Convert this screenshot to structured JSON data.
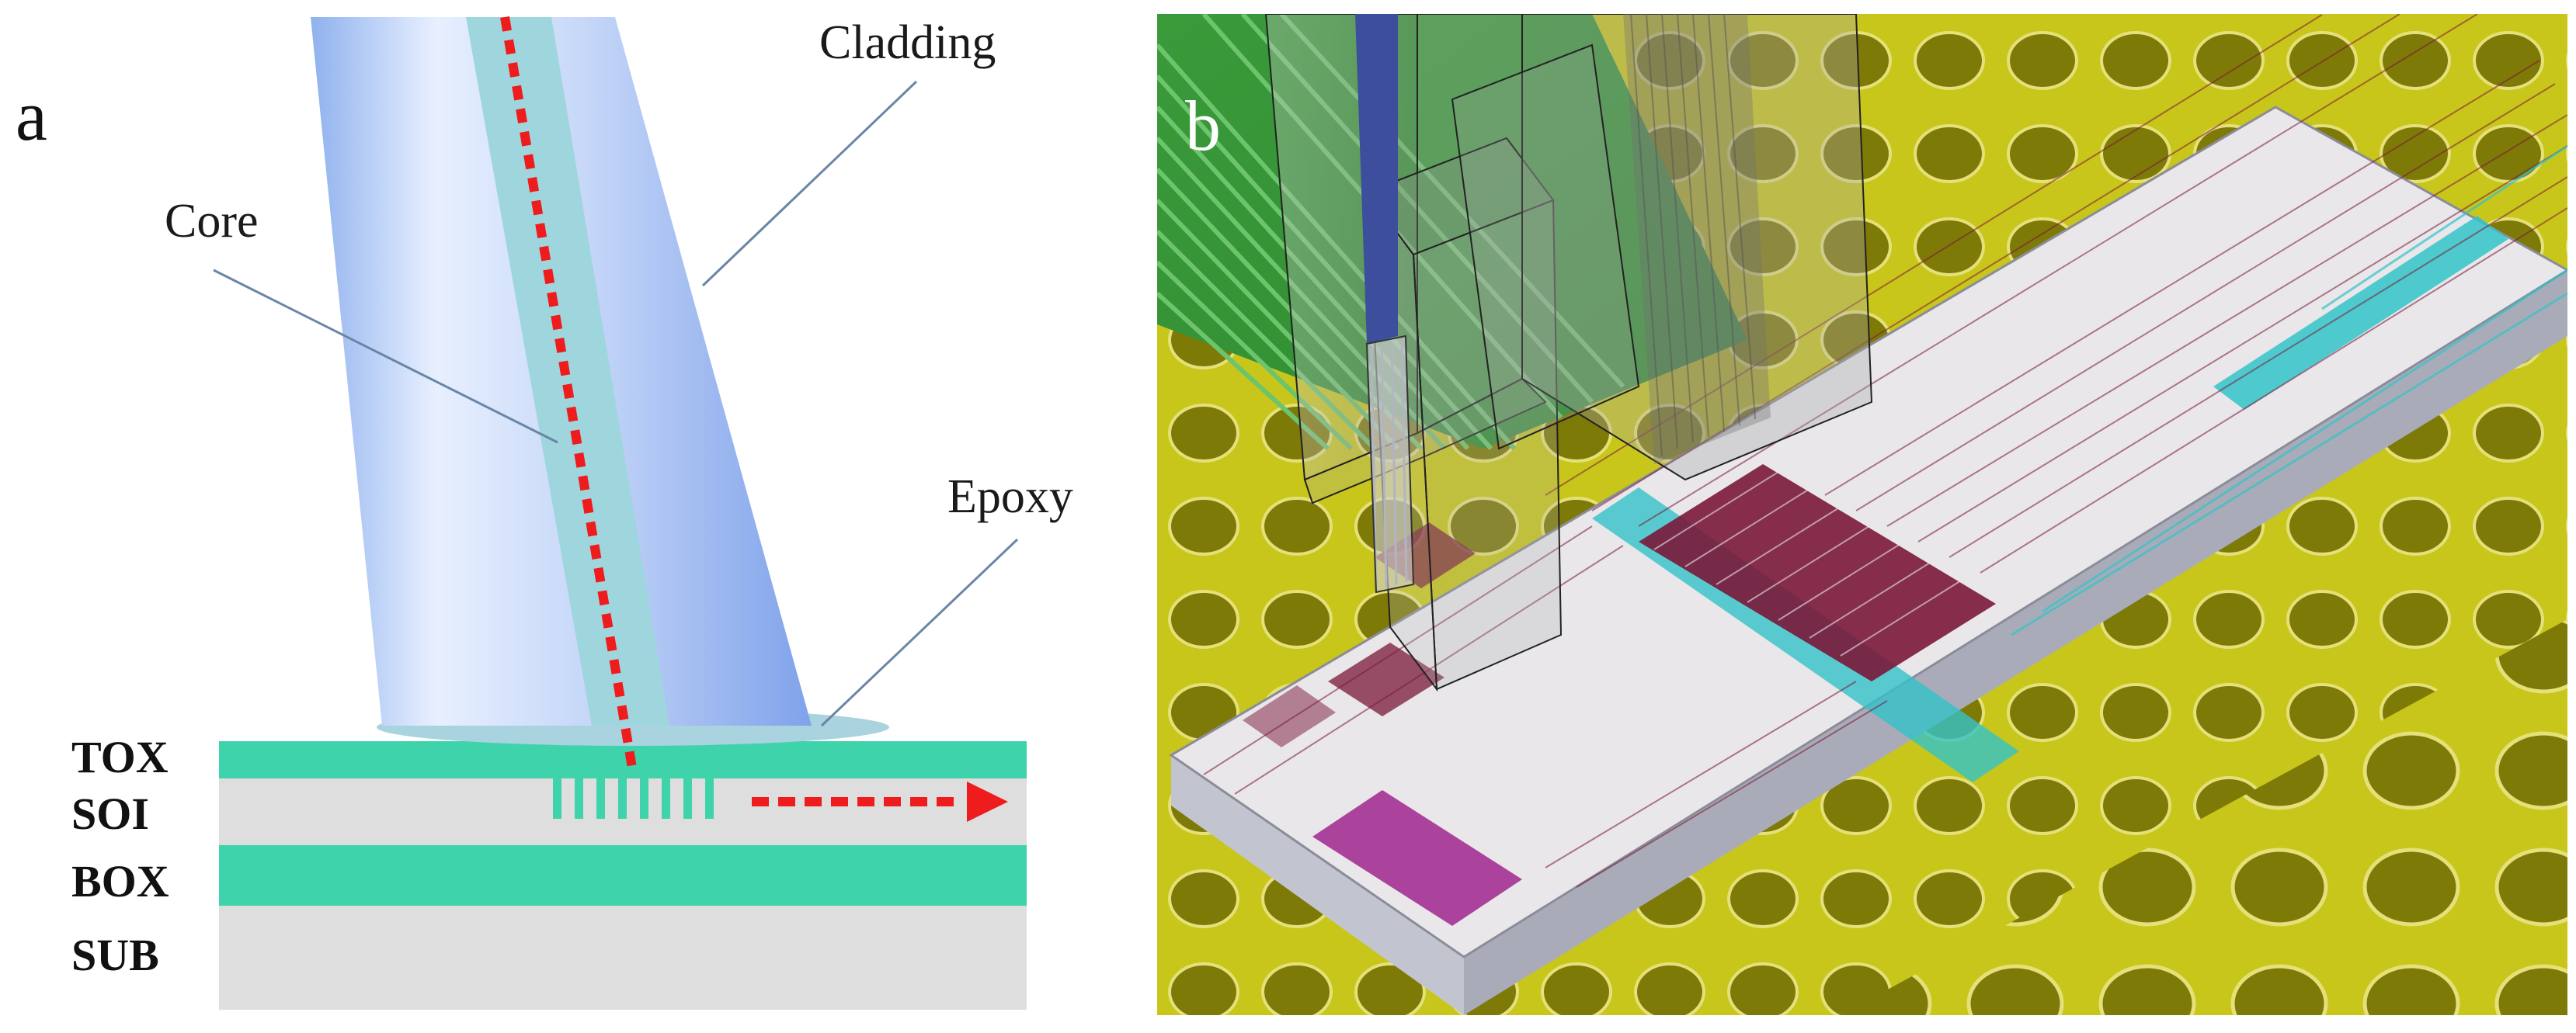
{
  "panel_a": {
    "letter": "a",
    "callouts": {
      "core": "Core",
      "cladding": "Cladding",
      "epoxy": "Epoxy"
    },
    "layers": {
      "tox": "TOX",
      "soi": "SOI",
      "box": "BOX",
      "sub": "SUB"
    },
    "colors": {
      "oxide": "#3fd3ab",
      "silicon": "#dedede",
      "fiber": "#b9cef7",
      "core": "#9fd6de",
      "epoxy": "#a9d3de",
      "light_path": "#ee1c1c"
    }
  },
  "panel_b": {
    "letter": "b",
    "colors": {
      "pcb": "#c8c61a",
      "pads": "#7e7a08",
      "chip_top": "#e9e7ea",
      "chip_side": "#a9acb8",
      "waveguide": "#33c3c8",
      "metal": "#7a1838"
    }
  }
}
